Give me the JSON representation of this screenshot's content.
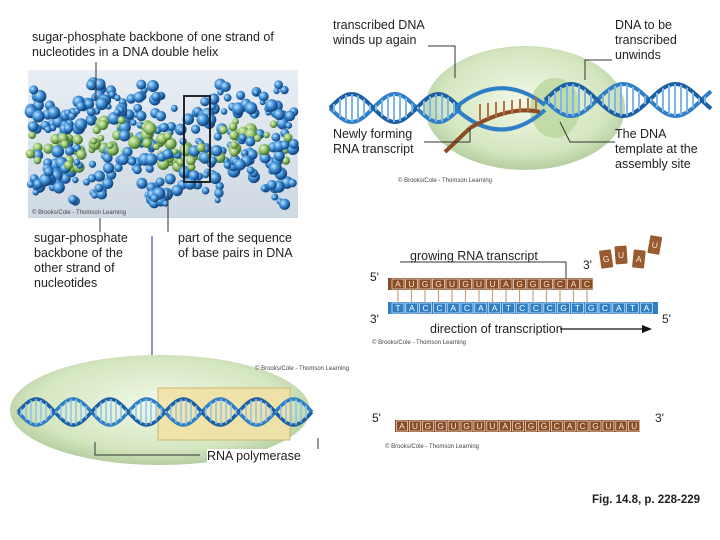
{
  "labels": {
    "backbone_one": "sugar-phosphate backbone of one strand of nucleotides in a DNA double helix",
    "backbone_other": "sugar-phosphate backbone of the other strand of nucleotides",
    "base_pairs": "part of the sequence of base pairs in DNA",
    "rewinds": "transcribed DNA winds up again",
    "unwinds": "DNA to be transcribed unwinds",
    "new_rna": "Newly forming RNA transcript",
    "template": "The DNA template at the assembly site",
    "growing": "growing RNA transcript",
    "direction": "direction of transcription",
    "polymerase": "RNA polymerase",
    "fig_ref": "Fig. 14.8, p. 228-229"
  },
  "credits": {
    "c1": "© Brooks/Cole - Thomson Learning",
    "c2": "© Brooks/Cole - Thomson Learning",
    "c3": "© Brooks/Cole - Thomson Learning",
    "c4": "© Brooks/Cole - Thomson Learning",
    "c5": "© Brooks/Cole - Thomson Learning"
  },
  "primes": {
    "rna_top_5": "5'",
    "rna_top_3": "3'",
    "dna_3": "3'",
    "dna_5": "5'",
    "final_5": "5'",
    "final_3": "3'"
  },
  "sequences": {
    "rna_growing": [
      "A",
      "U",
      "G",
      "G",
      "U",
      "G",
      "U",
      "U",
      "A",
      "G",
      "G",
      "G",
      "C",
      "A",
      "C"
    ],
    "dna_template": [
      "T",
      "A",
      "C",
      "C",
      "A",
      "C",
      "A",
      "A",
      "T",
      "C",
      "C",
      "C",
      "G",
      "T",
      "G",
      "C",
      "A",
      "T",
      "A"
    ],
    "rna_free": [
      "G",
      "U",
      "A",
      "U"
    ],
    "rna_final": [
      "A",
      "U",
      "G",
      "G",
      "U",
      "G",
      "U",
      "U",
      "A",
      "G",
      "G",
      "G",
      "C",
      "A",
      "C",
      "G",
      "U",
      "A",
      "U"
    ]
  },
  "colors": {
    "dna_blue": "#2f7fc6",
    "dna_dark": "#1d5fa3",
    "rna_brown": "#8a4b25",
    "rna_light": "#b5713f",
    "cell_green": "#cfe2b5"
  }
}
